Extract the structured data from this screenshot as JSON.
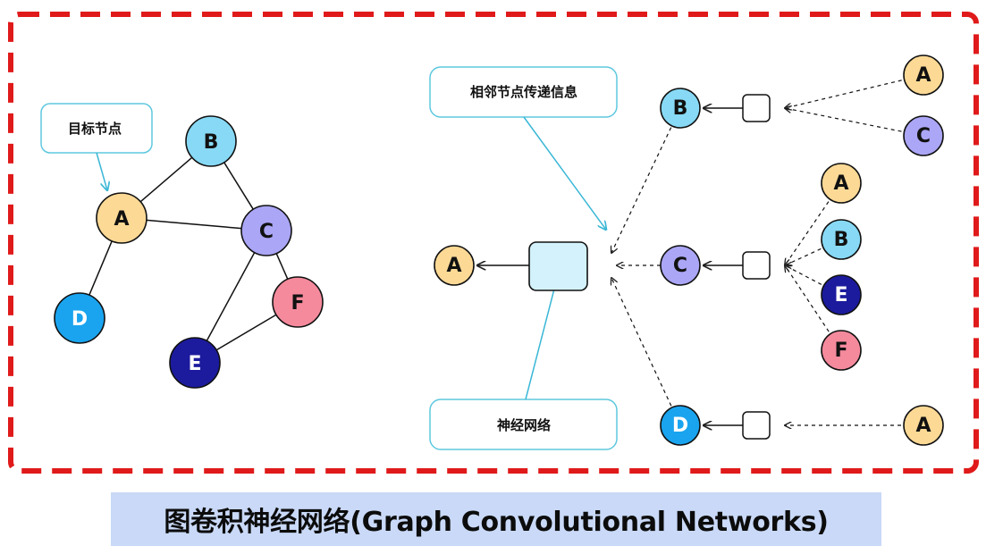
{
  "caption": "图卷积神经网络(Graph Convolutional Networks)",
  "callouts": {
    "target_node": "目标节点",
    "neighbor_message": "相邻节点传递信息",
    "neural_net": "神经网络"
  },
  "colors": {
    "A": "#fcd995",
    "B": "#87d9f5",
    "C": "#aba6f6",
    "D": "#1aa4ef",
    "E": "#1c1b9e",
    "F": "#f58a9d",
    "border": "#e01a1a",
    "callout_border": "#5ec8de",
    "nn_box": "#d3f2fb",
    "caption_bg": "#c9d9f7"
  },
  "graph": {
    "nodes": [
      {
        "id": "A",
        "label": "A"
      },
      {
        "id": "B",
        "label": "B"
      },
      {
        "id": "C",
        "label": "C"
      },
      {
        "id": "D",
        "label": "D"
      },
      {
        "id": "E",
        "label": "E"
      },
      {
        "id": "F",
        "label": "F"
      }
    ],
    "edges": [
      [
        "A",
        "B"
      ],
      [
        "A",
        "C"
      ],
      [
        "B",
        "C"
      ],
      [
        "A",
        "D"
      ],
      [
        "C",
        "E"
      ],
      [
        "C",
        "F"
      ],
      [
        "E",
        "F"
      ]
    ]
  },
  "aggregation": {
    "target": "A",
    "level1": [
      "B",
      "C",
      "D"
    ],
    "level2": {
      "B": [
        "A",
        "C"
      ],
      "C": [
        "A",
        "B",
        "E",
        "F"
      ],
      "D": [
        "A"
      ]
    }
  }
}
